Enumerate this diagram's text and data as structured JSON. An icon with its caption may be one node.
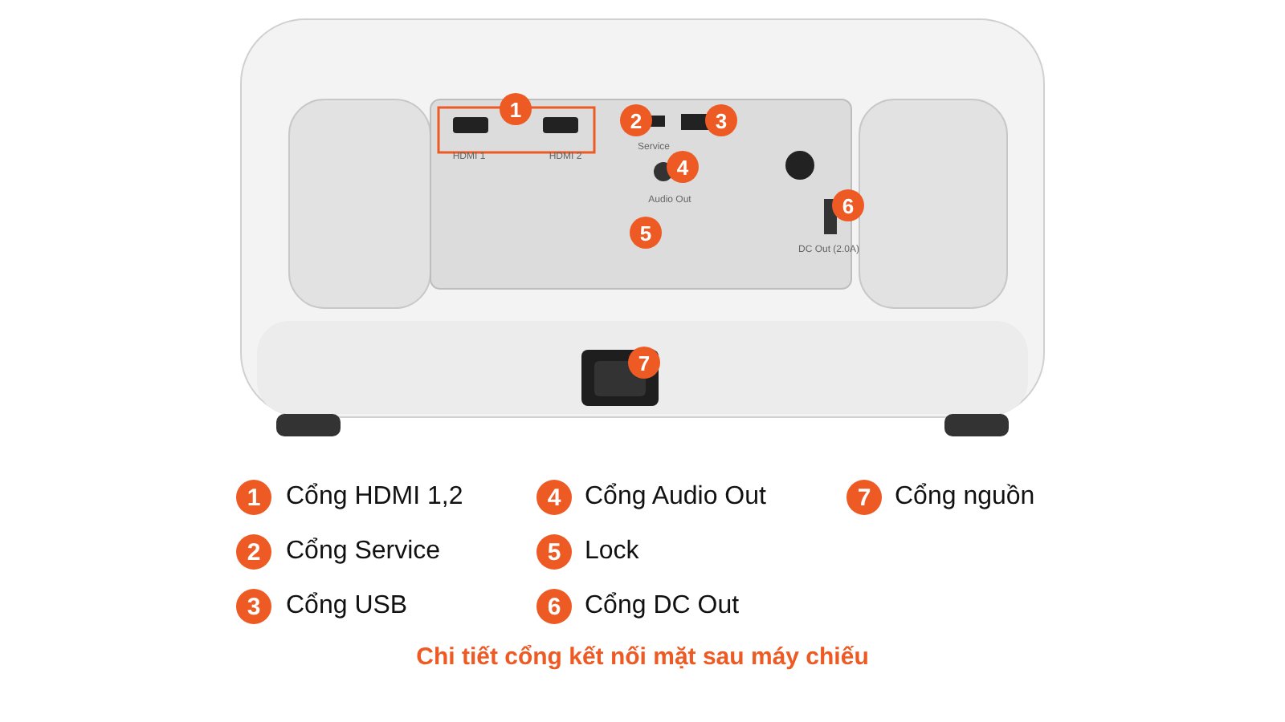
{
  "diagram": {
    "caption": "Chi tiết cổng kết nối mặt sau máy chiếu",
    "labels": [
      "1",
      "2",
      "3",
      "4",
      "5",
      "6",
      "7",
      "HDMI 1",
      "HDMI 2",
      "Service",
      "Audio Out",
      "DC Out (2.0A)",
      "1",
      "Cổng HDMI 1,2",
      "4",
      "Cổng Audio Out",
      "7",
      "Cổng nguồn",
      "2",
      "Cổng Service",
      "5",
      "Lock",
      "3",
      "Cổng USB",
      "6",
      "Cổng DC Out"
    ]
  }
}
